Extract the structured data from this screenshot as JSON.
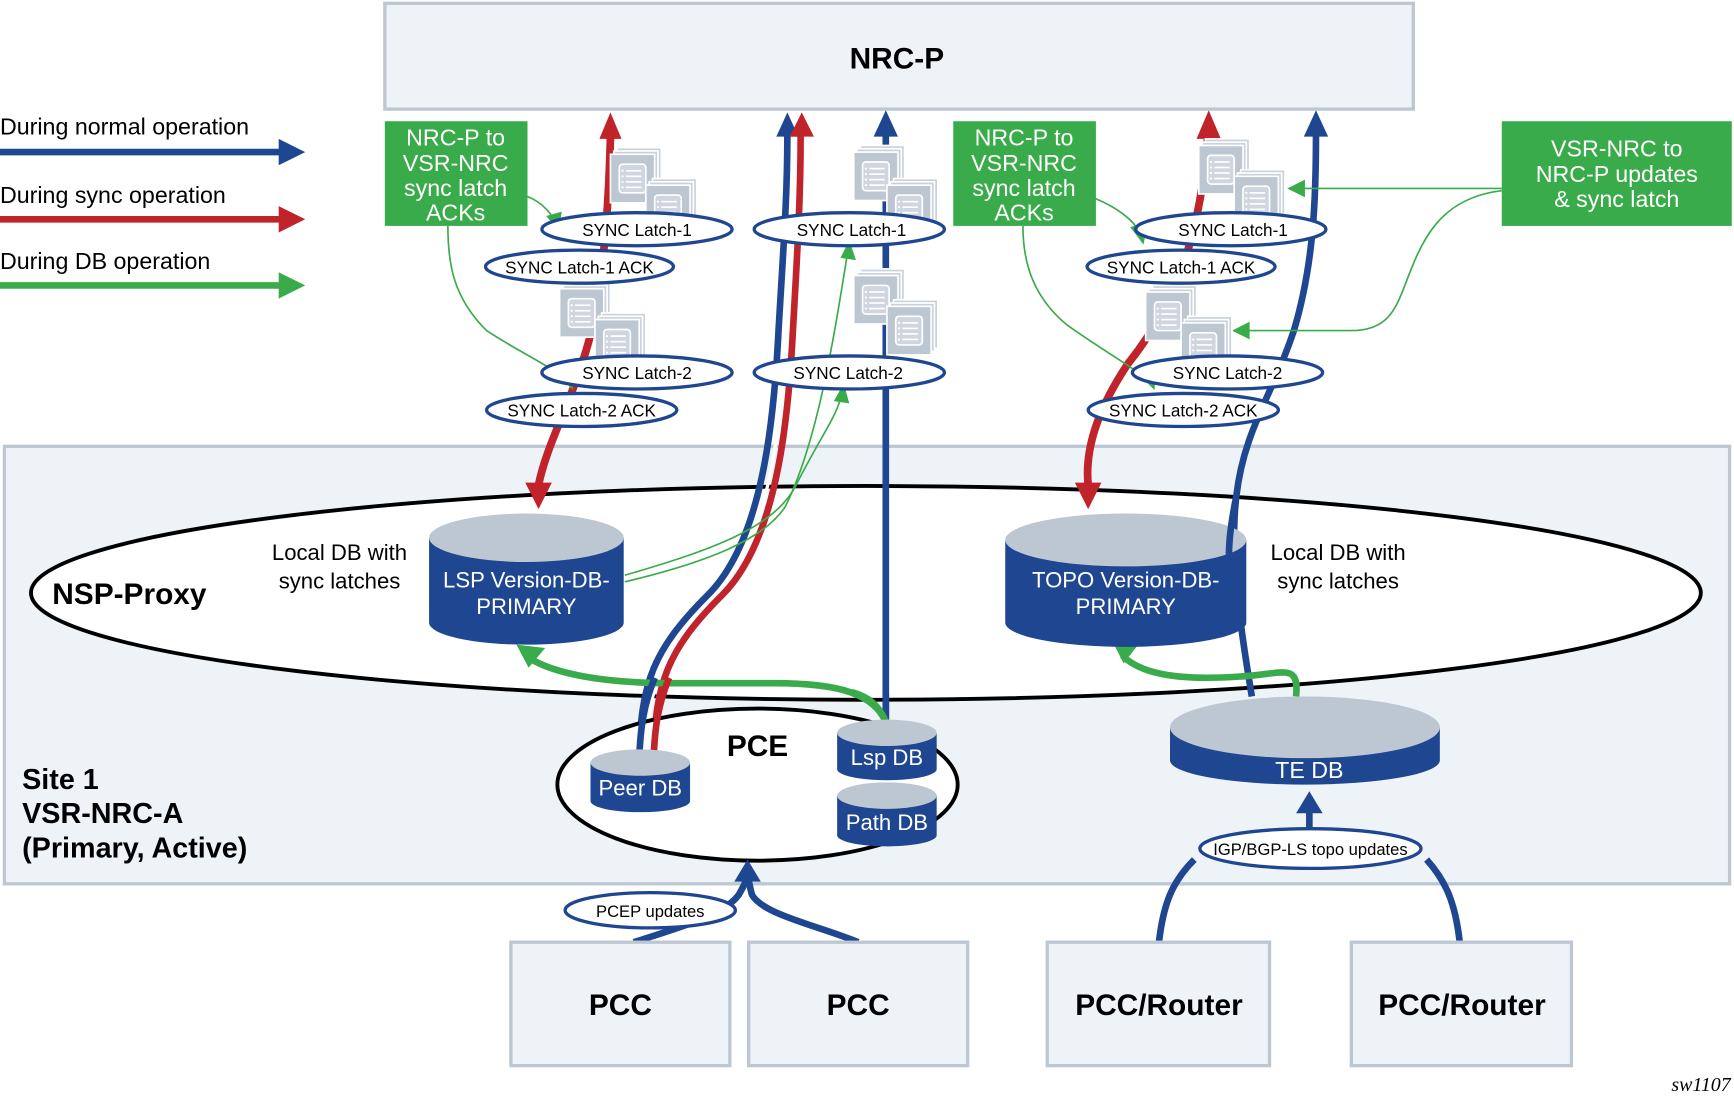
{
  "legend": {
    "items": [
      {
        "label": "During normal operation",
        "color": "#1f4690"
      },
      {
        "label": "During sync operation",
        "color": "#c1232a"
      },
      {
        "label": "During DB operation",
        "color": "#3aab4a"
      }
    ]
  },
  "nrc_p": {
    "label": "NRC-P"
  },
  "callouts": {
    "left_ack": [
      "NRC-P to",
      "VSR-NRC",
      "sync latch",
      "ACKs"
    ],
    "mid_ack": [
      "NRC-P to",
      "VSR-NRC",
      "sync latch",
      "ACKs"
    ],
    "right_updates": [
      "VSR-NRC to",
      "NRC-P updates",
      "& sync latch"
    ]
  },
  "latches": {
    "left": {
      "latch1": "SYNC Latch-1",
      "latch1_ack": "SYNC Latch-1 ACK",
      "latch2": "SYNC Latch-2",
      "latch2_ack": "SYNC Latch-2 ACK"
    },
    "middle": {
      "latch1": "SYNC Latch-1",
      "latch2": "SYNC Latch-2"
    },
    "right": {
      "latch1": "SYNC Latch-1",
      "latch1_ack": "SYNC Latch-1 ACK",
      "latch2": "SYNC Latch-2",
      "latch2_ack": "SYNC Latch-2 ACK"
    }
  },
  "site": {
    "label_lines": [
      "Site 1",
      "VSR-NRC-A",
      "(Primary, Active)"
    ]
  },
  "nsp_proxy": {
    "label": "NSP-Proxy",
    "left_note": [
      "Local DB with",
      "sync latches"
    ],
    "right_note": [
      "Local DB with",
      "sync latches"
    ],
    "lsp_db": [
      "LSP Version-DB-",
      "PRIMARY"
    ],
    "topo_db": [
      "TOPO Version-DB-",
      "PRIMARY"
    ]
  },
  "pce": {
    "label": "PCE",
    "peer_db": "Peer DB",
    "lsp_db": "Lsp DB",
    "path_db": "Path DB"
  },
  "te_db": {
    "label": "TE DB"
  },
  "update_labels": {
    "pcep": "PCEP updates",
    "igp": "IGP/BGP-LS topo updates"
  },
  "devices": [
    {
      "label": "PCC"
    },
    {
      "label": "PCC"
    },
    {
      "label": "PCC/Router"
    },
    {
      "label": "PCC/Router"
    }
  ],
  "figure_id": "sw1107"
}
